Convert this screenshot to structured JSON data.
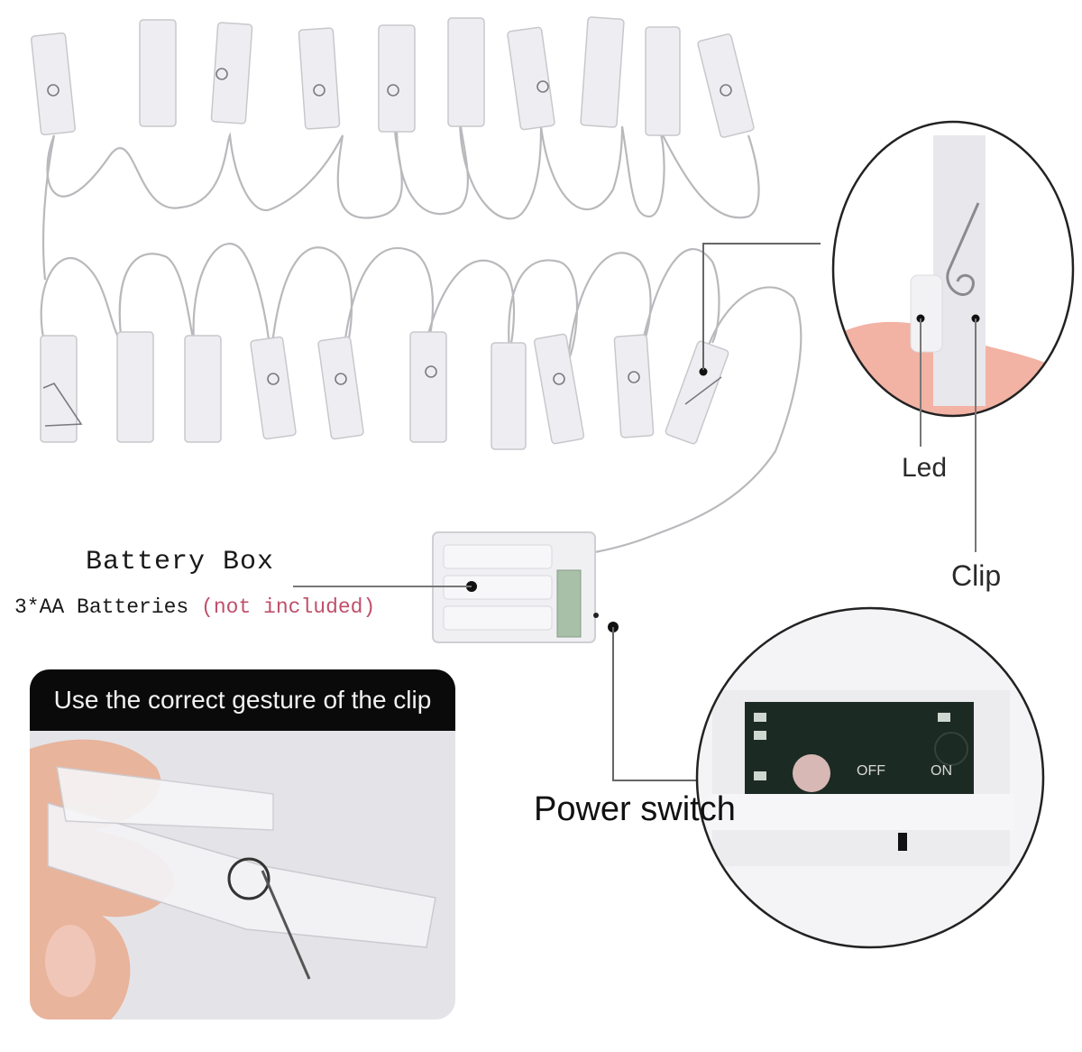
{
  "diagram": {
    "subject": "LED photo clip string lights",
    "clip_string": {
      "top_row_clip_count": 10,
      "bottom_row_clip_count": 10
    },
    "labels": {
      "battery_box": "Battery Box",
      "batteries": "3*AA Batteries",
      "batteries_note": "(not included)",
      "led": "Led",
      "clip": "Clip",
      "power_switch": "Power switch"
    },
    "gesture_panel": {
      "title": "Use the correct gesture of the clip"
    },
    "switch_detail": {
      "off_label": "OFF",
      "on_label": "ON"
    },
    "colors": {
      "note_text": "#c0506a",
      "panel_header": "#0a0a0a",
      "pcb": "#1c2a24",
      "skin": "#f0b8a8",
      "callout_line": "#555555"
    }
  }
}
